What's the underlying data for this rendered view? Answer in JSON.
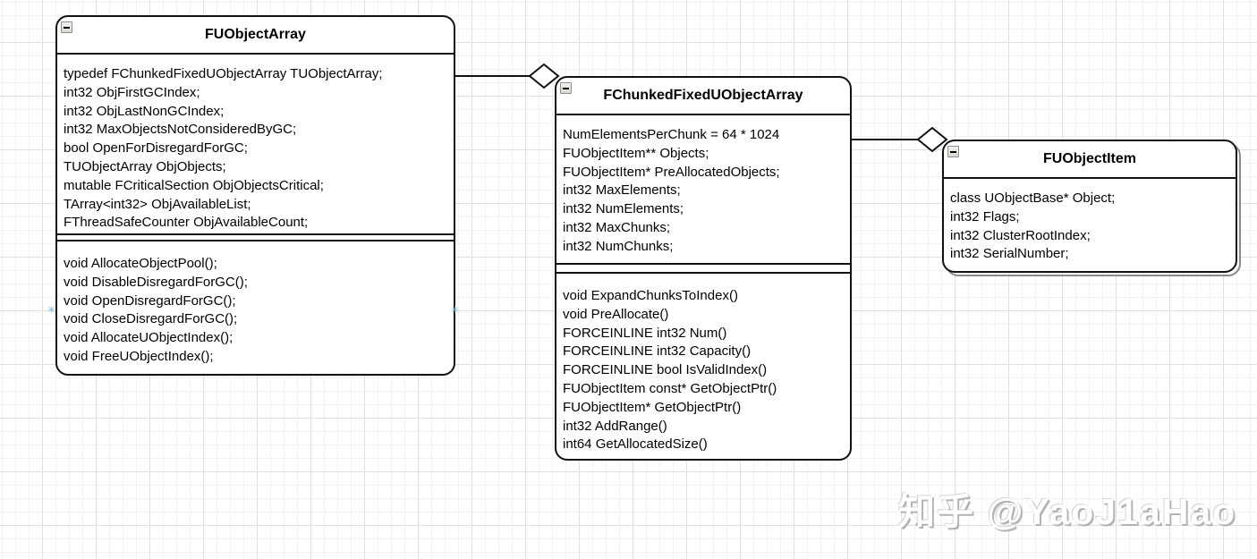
{
  "diagram": {
    "watermark": "知乎 @YaoJ1aHao",
    "colors": {
      "box_border": "#111111",
      "box_fill": "#ffffff",
      "grid_minor": "#f2f2f2",
      "grid_major": "#e0e0e0",
      "shadow": "#8a8a8a",
      "connection_point": "#7ab4e0",
      "watermark_gray": "#b3b3b3"
    },
    "connectors": [
      {
        "type": "aggregation-diamond",
        "from": "FUObjectArray",
        "to": "FChunkedFixedUObjectArray"
      },
      {
        "type": "aggregation-diamond",
        "from": "FChunkedFixedUObjectArray",
        "to": "FUObjectItem"
      }
    ],
    "classes": [
      {
        "name": "FUObjectArray",
        "attributes": [
          "typedef FChunkedFixedUObjectArray TUObjectArray;",
          "int32 ObjFirstGCIndex;",
          "int32 ObjLastNonGCIndex;",
          "int32 MaxObjectsNotConsideredByGC;",
          "bool OpenForDisregardForGC;",
          "TUObjectArray ObjObjects;",
          "mutable FCriticalSection ObjObjectsCritical;",
          "TArray<int32> ObjAvailableList;",
          "FThreadSafeCounter ObjAvailableCount;"
        ],
        "methods": [
          "void AllocateObjectPool();",
          "void DisableDisregardForGC();",
          "void OpenDisregardForGC();",
          "void CloseDisregardForGC();",
          "void AllocateUObjectIndex();",
          "void FreeUObjectIndex();"
        ]
      },
      {
        "name": "FChunkedFixedUObjectArray",
        "attributes": [
          "NumElementsPerChunk = 64 * 1024",
          "FUObjectItem** Objects;",
          "FUObjectItem* PreAllocatedObjects;",
          "int32 MaxElements;",
          "int32 NumElements;",
          "int32 MaxChunks;",
          "int32 NumChunks;"
        ],
        "methods": [
          "void ExpandChunksToIndex()",
          "void PreAllocate()",
          "FORCEINLINE int32 Num()",
          "FORCEINLINE int32 Capacity()",
          "FORCEINLINE bool IsValidIndex()",
          "FUObjectItem const* GetObjectPtr()",
          "FUObjectItem* GetObjectPtr()",
          "int32 AddRange()",
          "int64 GetAllocatedSize()"
        ]
      },
      {
        "name": "FUObjectItem",
        "attributes": [
          "class UObjectBase* Object;",
          "int32 Flags;",
          "int32 ClusterRootIndex;",
          "int32 SerialNumber;"
        ],
        "methods": []
      }
    ]
  }
}
